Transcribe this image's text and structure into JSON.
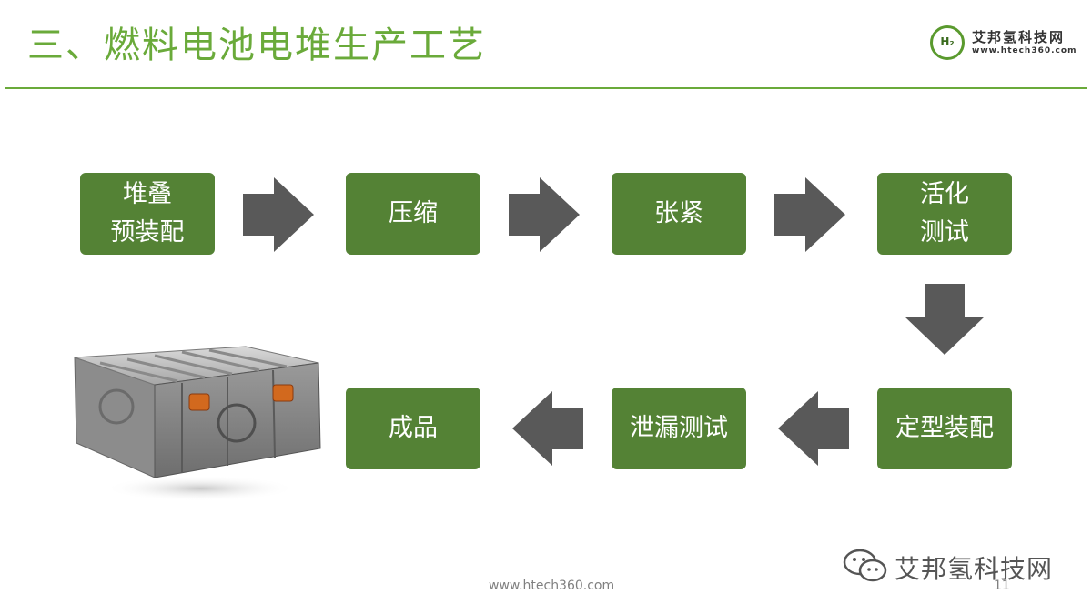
{
  "title": "三、燃料电池电堆生产工艺",
  "logo": {
    "h2": "H₂",
    "name_cn": "艾邦氢科技网",
    "url": "www.htech360.com"
  },
  "steps": [
    {
      "id": "stack",
      "label": "堆叠\n预装配"
    },
    {
      "id": "compress",
      "label": "压缩"
    },
    {
      "id": "tension",
      "label": "张紧"
    },
    {
      "id": "activate",
      "label": "活化\n测试"
    },
    {
      "id": "final-assembly",
      "label": "定型装配"
    },
    {
      "id": "leak-test",
      "label": "泄漏测试"
    },
    {
      "id": "product",
      "label": "成品"
    }
  ],
  "footer": {
    "url": "www.htech360.com",
    "page": "11"
  },
  "watermark": {
    "text": "艾邦氢科技网"
  },
  "colors": {
    "accent": "#6aaa3a",
    "box": "#548235",
    "arrow": "#595959"
  }
}
